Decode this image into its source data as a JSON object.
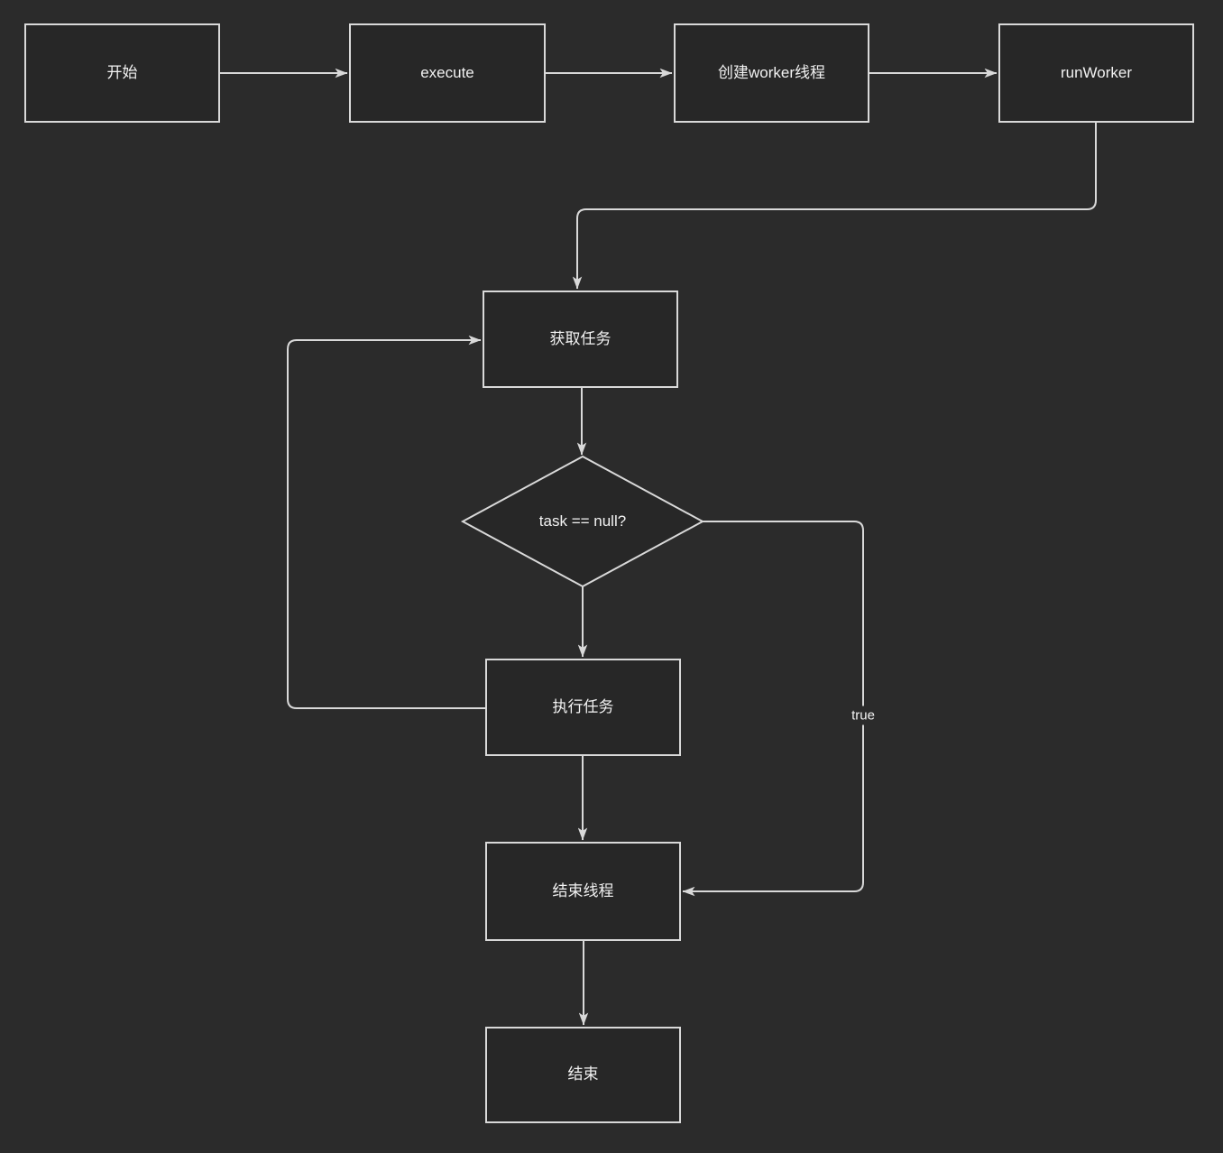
{
  "diagram": {
    "type": "flowchart",
    "nodes": [
      {
        "id": "start",
        "label": "开始",
        "shape": "rectangle"
      },
      {
        "id": "execute",
        "label": "execute",
        "shape": "rectangle"
      },
      {
        "id": "create-worker-thread",
        "label": "创建worker线程",
        "shape": "rectangle"
      },
      {
        "id": "run-worker",
        "label": "runWorker",
        "shape": "rectangle"
      },
      {
        "id": "get-task",
        "label": "获取任务",
        "shape": "rectangle"
      },
      {
        "id": "task-null-check",
        "label": "task == null?",
        "shape": "diamond"
      },
      {
        "id": "execute-task",
        "label": "执行任务",
        "shape": "rectangle"
      },
      {
        "id": "end-thread",
        "label": "结束线程",
        "shape": "rectangle"
      },
      {
        "id": "end",
        "label": "结束",
        "shape": "rectangle"
      }
    ],
    "edges": [
      {
        "from": "start",
        "to": "execute",
        "label": ""
      },
      {
        "from": "execute",
        "to": "create-worker-thread",
        "label": ""
      },
      {
        "from": "create-worker-thread",
        "to": "run-worker",
        "label": ""
      },
      {
        "from": "run-worker",
        "to": "get-task",
        "label": ""
      },
      {
        "from": "get-task",
        "to": "task-null-check",
        "label": ""
      },
      {
        "from": "task-null-check",
        "to": "execute-task",
        "label": ""
      },
      {
        "from": "execute-task",
        "to": "get-task",
        "label": ""
      },
      {
        "from": "task-null-check",
        "to": "end-thread",
        "label": "true"
      },
      {
        "from": "execute-task",
        "to": "end-thread",
        "label": ""
      },
      {
        "from": "end-thread",
        "to": "end",
        "label": ""
      }
    ],
    "colors": {
      "background": "#2b2b2b",
      "node_fill": "#272727",
      "stroke": "#d9d9d9",
      "text": "#f2f2f2"
    }
  }
}
